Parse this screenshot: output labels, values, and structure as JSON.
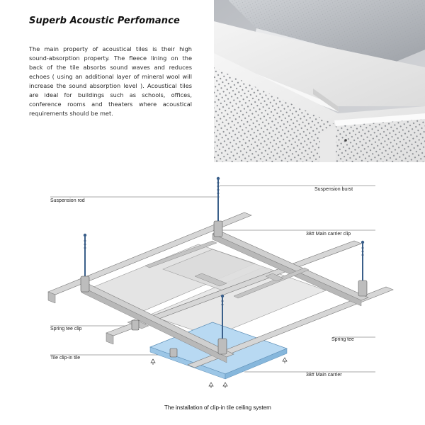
{
  "heading": {
    "title": "Superb Acoustic Perfomance"
  },
  "description": {
    "text": "The main property of acoustical tiles is their high sound-absorption property. The fleece lining on the back of the tile absorbs sound waves and reduces echoes ( using an additional layer of mineral wool will increase the sound absorption level ). Acoustical tiles are ideal for buildings such as schools, offices, conference rooms and theaters where acoustical requirements should be met."
  },
  "photo": {
    "subject": "perforated aluminum clip-in ceiling tiles"
  },
  "diagram": {
    "labels": {
      "suspension_burst": "Suspension burst",
      "suspension_rod": "Suspension rod",
      "main_carrier_clip": "38# Main carrier clip",
      "spring_tee_clip": "Spring tee clip",
      "spring_tee": "Spring tee",
      "tile_clip_in": "Tile clip-in tile",
      "main_carrier": "38#  Main carrier"
    },
    "caption": "The installation of clip-in tile ceiling system"
  },
  "colors": {
    "tile_blue": "#b8d9f2",
    "rail_gray": "#c8c8c8",
    "panel_gray": "#e6e6e6",
    "rod_blue": "#3a5f8a"
  }
}
